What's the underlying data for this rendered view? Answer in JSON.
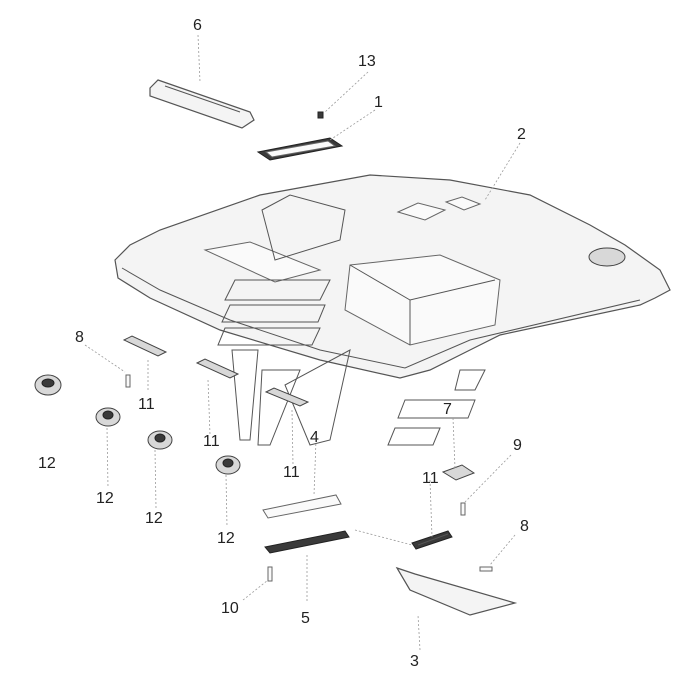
{
  "labels": {
    "l1": "1",
    "l2": "2",
    "l3": "3",
    "l4": "4",
    "l5": "5",
    "l6": "6",
    "l7": "7",
    "l8a": "8",
    "l8b": "8",
    "l9": "9",
    "l10": "10",
    "l11a": "11",
    "l11b": "11",
    "l11c": "11",
    "l11d": "11",
    "l12a": "12",
    "l12b": "12",
    "l12c": "12",
    "l12d": "12",
    "l13": "13"
  }
}
